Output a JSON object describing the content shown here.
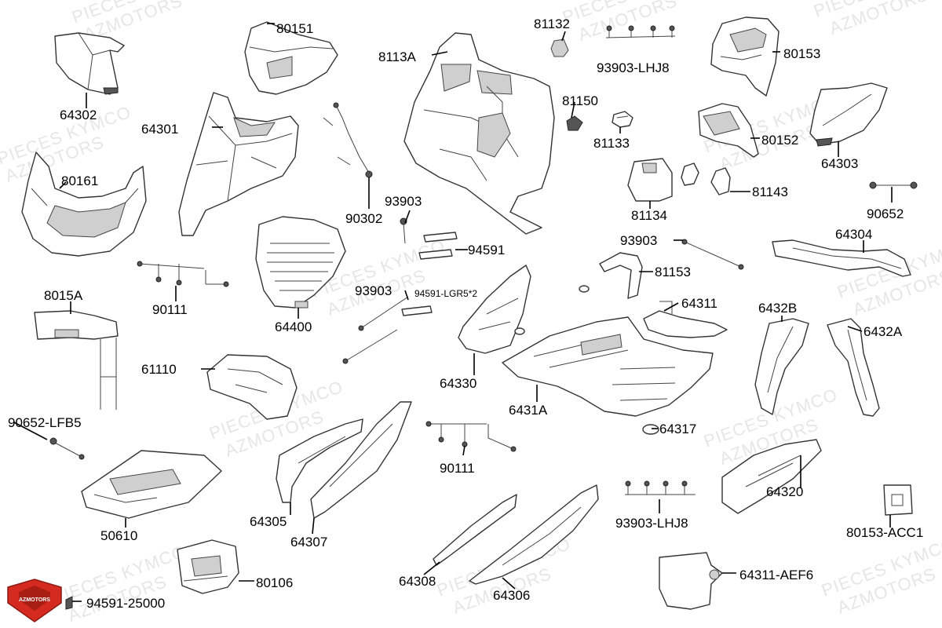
{
  "labels": {
    "l80151": "80151",
    "l81132": "81132",
    "l8113A": "8113A",
    "l93903_LHJ8_top": "93903-LHJ8",
    "l80153": "80153",
    "l64302": "64302",
    "l64301": "64301",
    "l81150": "81150",
    "l81133": "81133",
    "l80152": "80152",
    "l64303": "64303",
    "l80161": "80161",
    "l90302": "90302",
    "l93903_a": "93903",
    "l81134": "81134",
    "l81143": "81143",
    "l90652": "90652",
    "l94591": "94591",
    "l93903_b": "93903",
    "l64304": "64304",
    "l90111_a": "90111",
    "l64400": "64400",
    "l93903_c": "93903",
    "l94591_lgr": "94591-LGR5*2",
    "l81153": "81153",
    "l8015A": "8015A",
    "l64311": "64311",
    "l6432B": "6432B",
    "l6432A": "6432A",
    "l61110": "61110",
    "l64330": "64330",
    "l6431A": "6431A",
    "l90652_LFB5": "90652-LFB5",
    "l64317": "64317",
    "l90111_b": "90111",
    "l64320": "64320",
    "l50610": "50610",
    "l64305": "64305",
    "l64307": "64307",
    "l93903_LHJ8_bottom": "93903-LHJ8",
    "l80153_ACC1": "80153-ACC1",
    "l64308": "64308",
    "l64306": "64306",
    "l80106": "80106",
    "l64311_AEF6": "64311-AEF6",
    "l94591_25000": "94591-25000"
  },
  "watermarks": {
    "line1": "PIECES KYMCO",
    "line2": "AZMOTORS"
  },
  "logo": {
    "text": "AZMOTORS",
    "color": "#d42a1f"
  }
}
